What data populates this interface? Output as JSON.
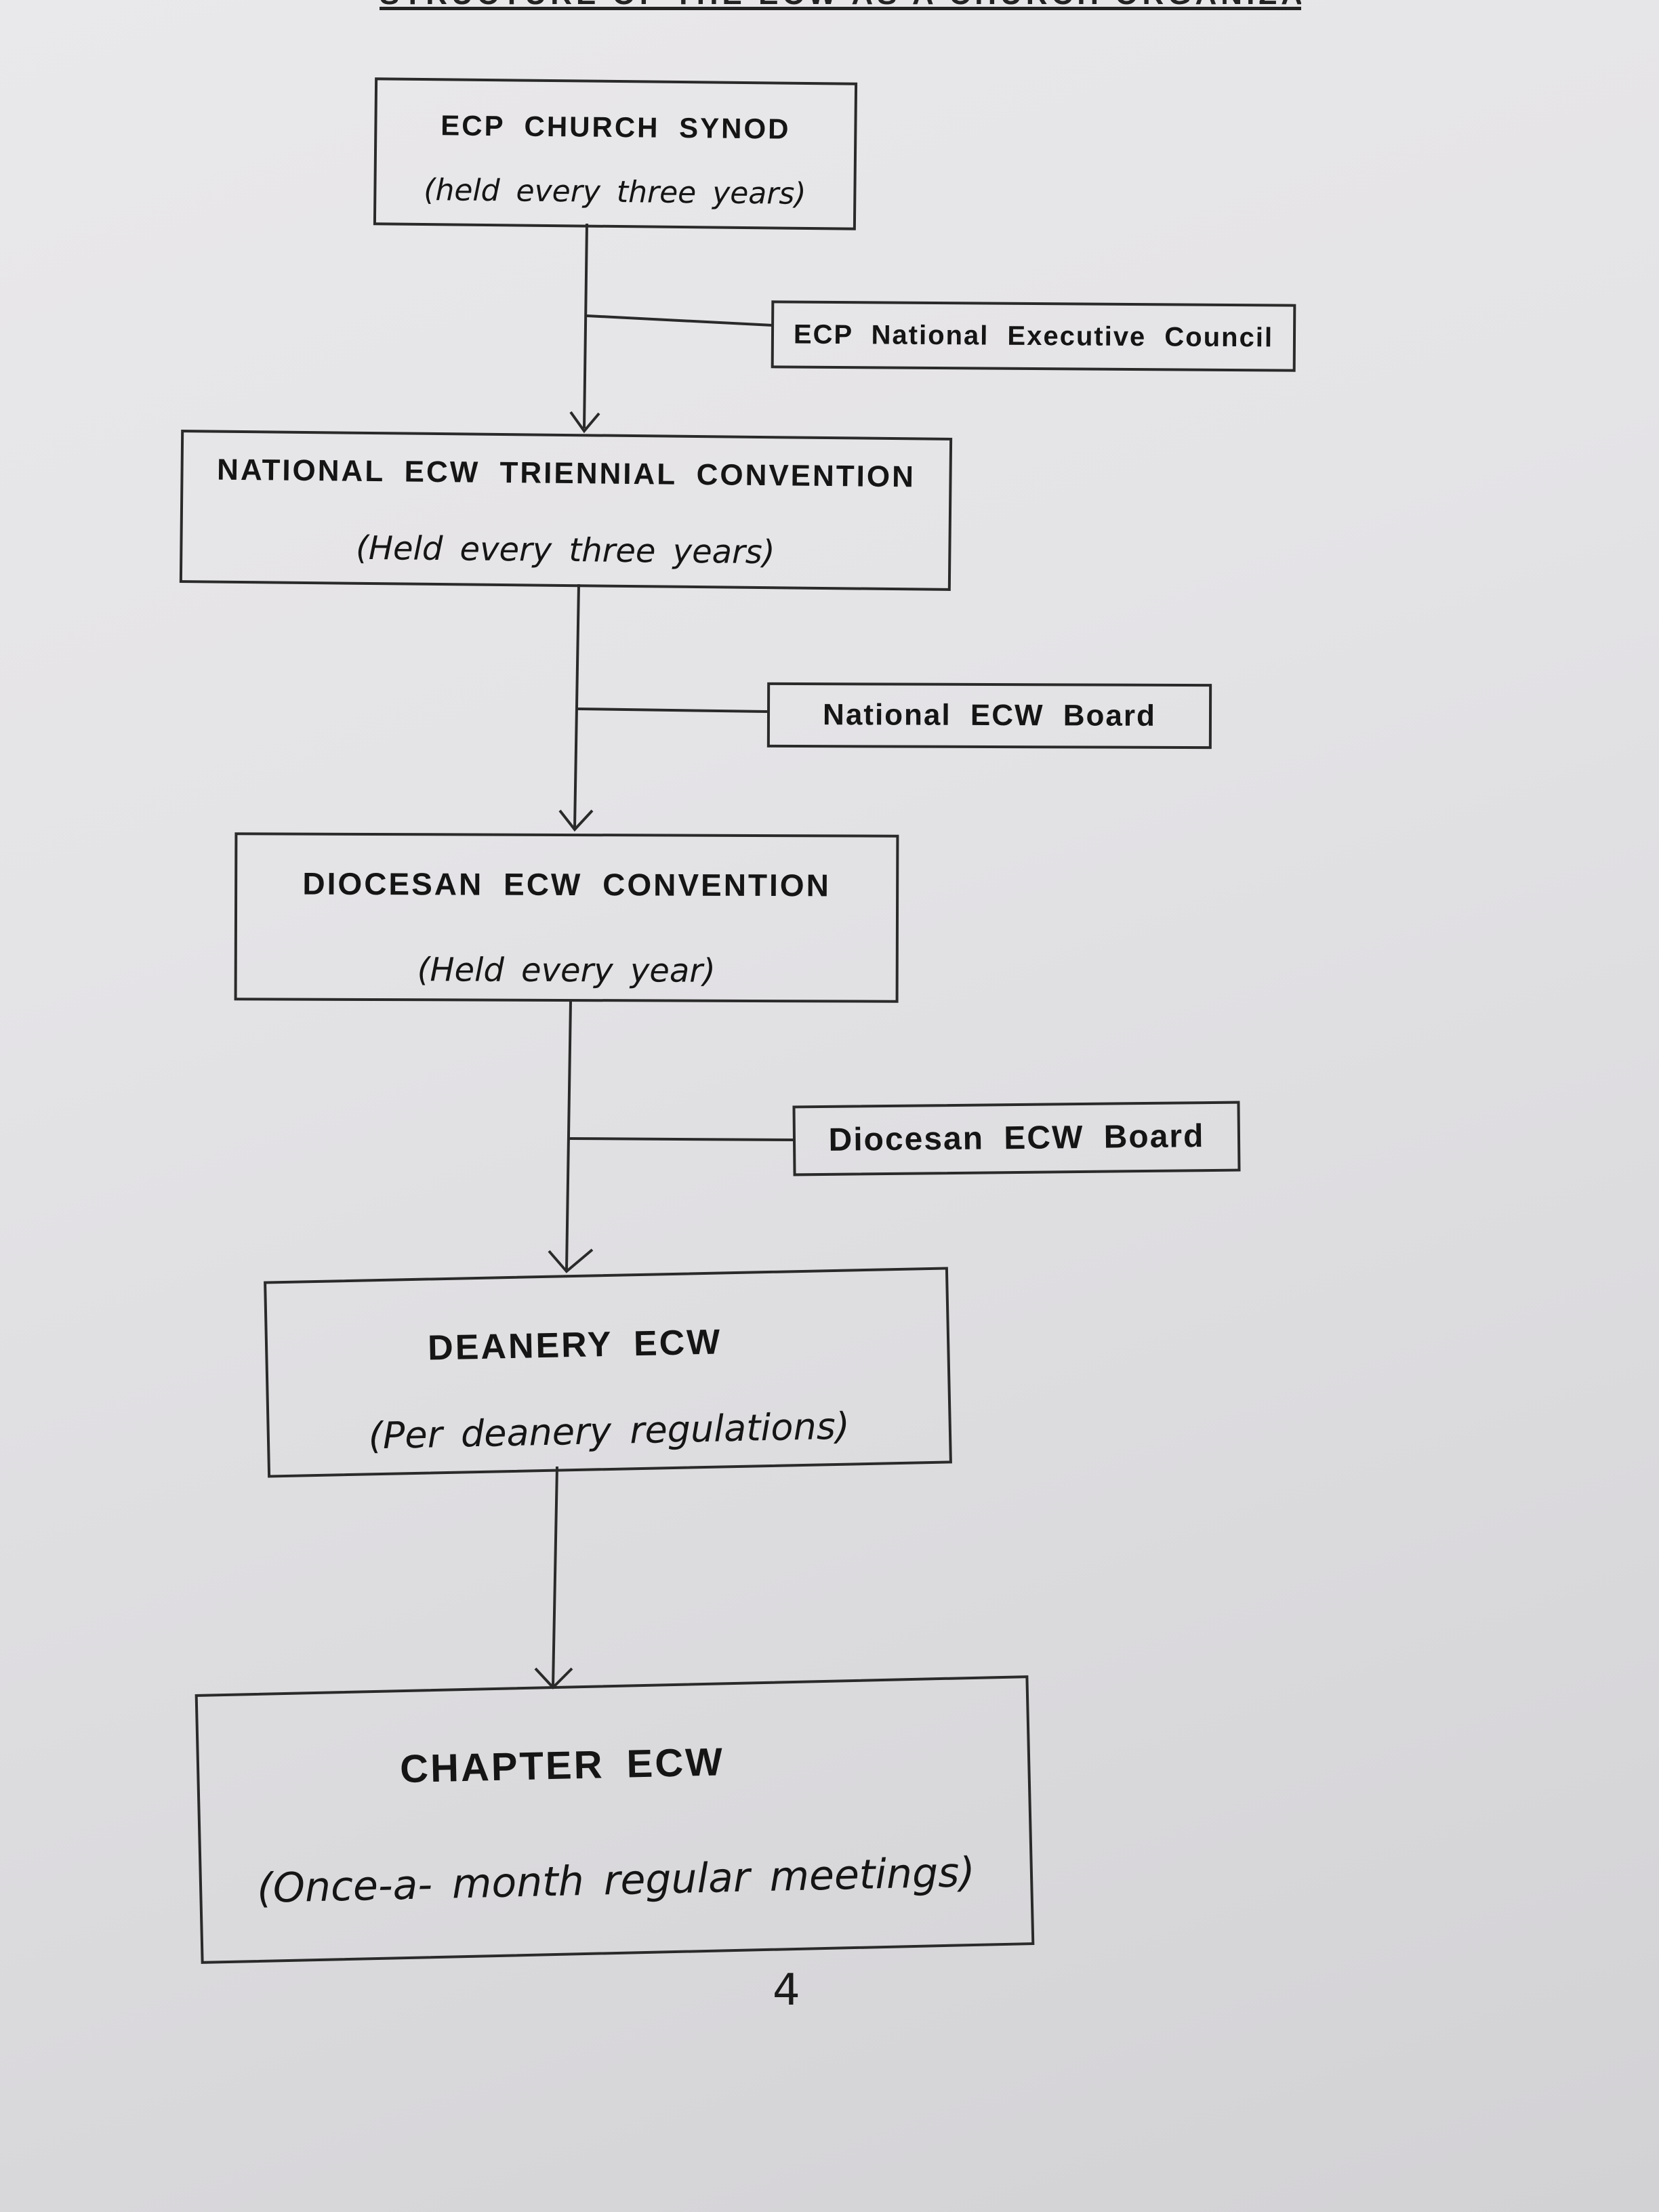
{
  "header": {
    "title": "STRUCTURE OF THE ECW AS A CHURCH ORGANIZATION:"
  },
  "diagram": {
    "main_boxes": [
      {
        "title": "ECP CHURCH SYNOD",
        "subtitle": "(held every three years)"
      },
      {
        "title": "NATIONAL ECW TRIENNIAL CONVENTION",
        "subtitle": "(Held every three years)"
      },
      {
        "title": "DIOCESAN ECW CONVENTION",
        "subtitle": "(Held every year)"
      },
      {
        "title": "DEANERY ECW",
        "subtitle": "(Per deanery regulations)"
      },
      {
        "title": "CHAPTER ECW",
        "subtitle": "(Once-a- month regular meetings)"
      }
    ],
    "side_boxes": [
      {
        "label": "ECP National Executive Council"
      },
      {
        "label": "National ECW Board"
      },
      {
        "label": "Diocesan ECW Board"
      }
    ]
  },
  "footer": {
    "page_number": "4"
  },
  "colors": {
    "paper": "#e4e3e6",
    "ink": "#151515",
    "line": "#2a2a2a"
  }
}
